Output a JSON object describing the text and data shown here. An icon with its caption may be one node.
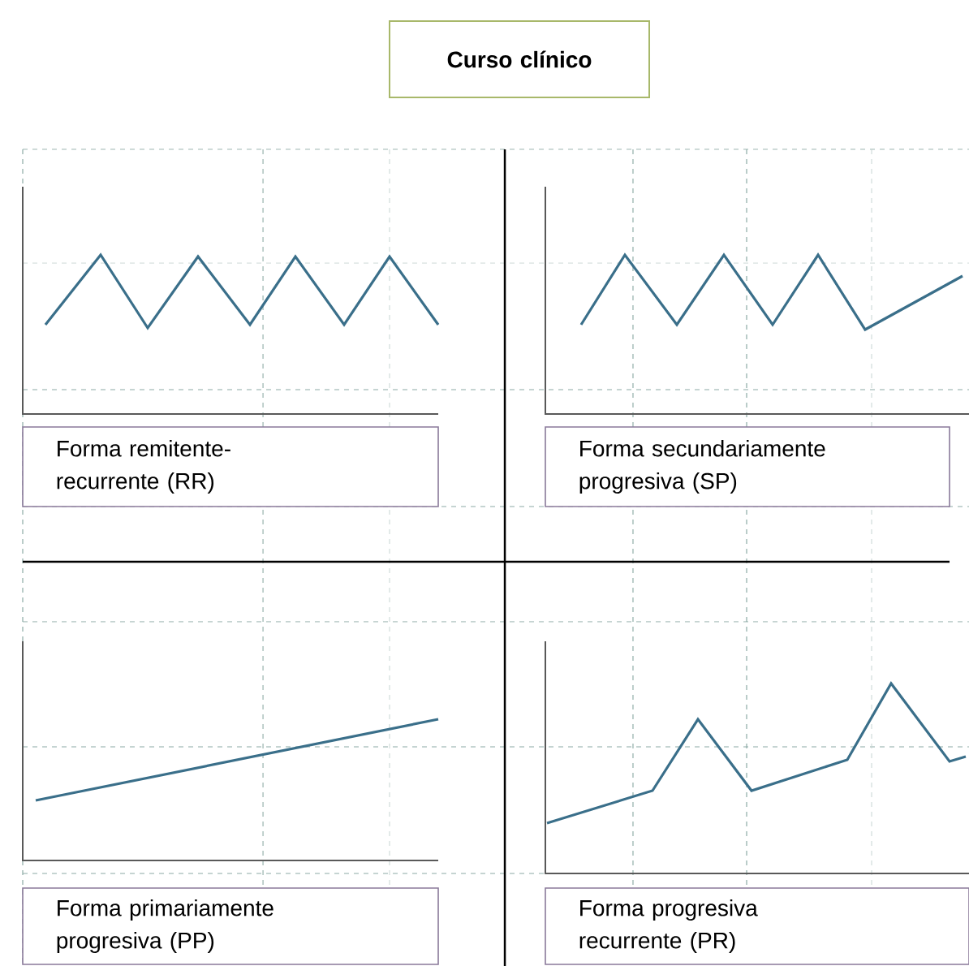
{
  "diagram": {
    "nodes": [
      {
        "text": [
          "Curso clínico"
        ]
      },
      {
        "text": [
          "Forma remitente-recurrente (RR)"
        ]
      },
      {
        "text": [
          "Forma secundariamente progresiva (SP)"
        ]
      },
      {
        "text": [
          "Forma primariamente progresiva (PP)"
        ]
      },
      {
        "text": [
          "Forma progresiva recurrente (PR)"
        ]
      }
    ]
  }
}
